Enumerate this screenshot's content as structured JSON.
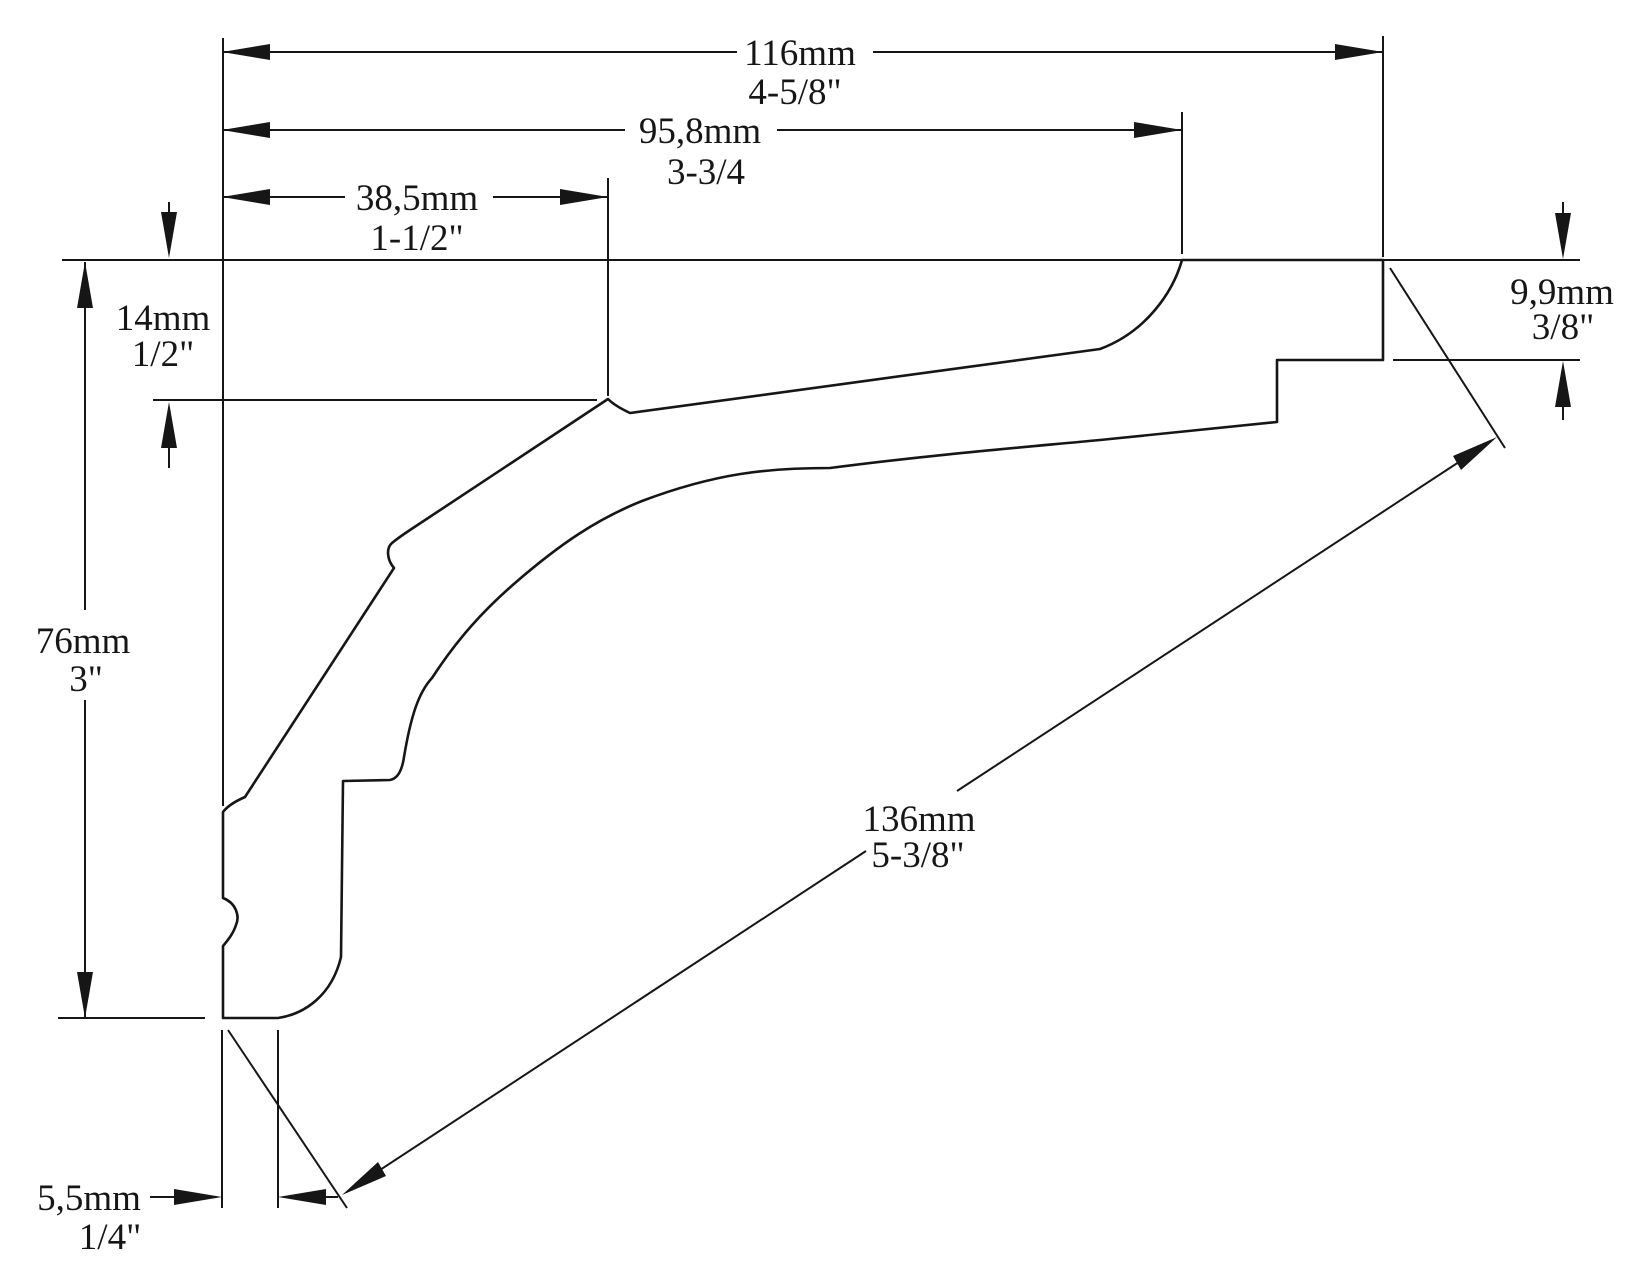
{
  "page": {
    "background": "#ffffff",
    "ink": "#161616"
  },
  "drawing": {
    "labels": {
      "total_width": {
        "metric": "116mm",
        "imperial": "4-5/8\""
      },
      "ceiling_width": {
        "metric": "95,8mm",
        "imperial": "3-3/4"
      },
      "slope_width": {
        "metric": "38,5mm",
        "imperial": "1-1/2\""
      },
      "top_drop": {
        "metric": "14mm",
        "imperial": "1/2\""
      },
      "total_height": {
        "metric": "76mm",
        "imperial": "3\""
      },
      "right_edge_height": {
        "metric": "9,9mm",
        "imperial": "3/8\""
      },
      "bottom_lip": {
        "metric": "5,5mm",
        "imperial": "1/4\""
      },
      "face_length": {
        "metric": "136mm",
        "imperial": "5-3/8\""
      }
    }
  }
}
